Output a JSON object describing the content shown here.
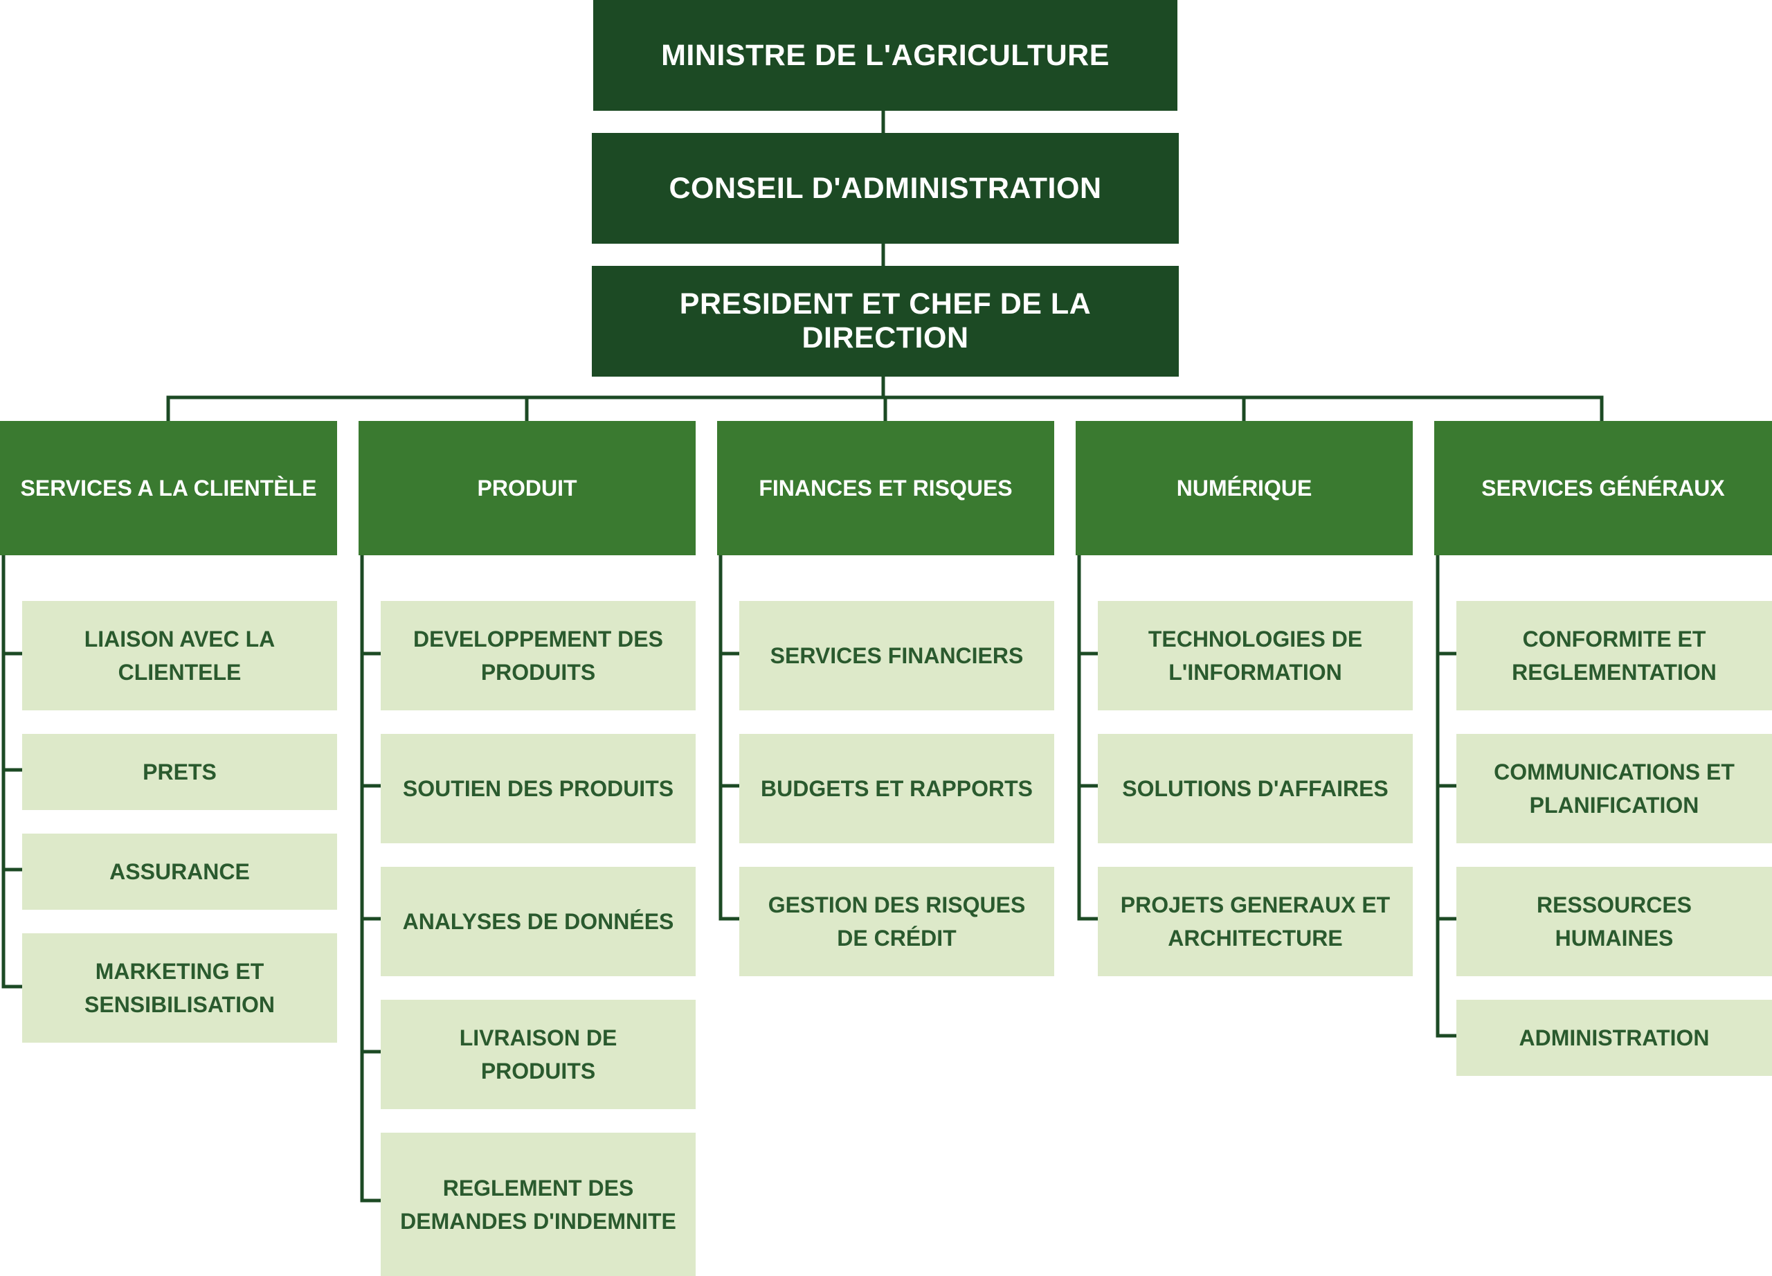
{
  "colors": {
    "executive_fill": "#1c4a24",
    "department_fill": "#3a7a30",
    "unit_fill": "#dde9c9",
    "unit_text": "#2a5a2e",
    "connector": "#1c4a24"
  },
  "executives": {
    "minister": "MINISTRE DE L'AGRICULTURE",
    "board": "CONSEIL D'ADMINISTRATION",
    "president": "PRESIDENT ET CHEF DE LA DIRECTION"
  },
  "departments": [
    {
      "label": "SERVICES A LA CLIENTÈLE",
      "units": [
        "LIAISON AVEC LA CLIENTELE",
        "PRETS",
        "ASSURANCE",
        "MARKETING ET SENSIBILISATION"
      ]
    },
    {
      "label": "PRODUIT",
      "units": [
        "DEVELOPPEMENT DES PRODUITS",
        "SOUTIEN DES PRODUITS",
        "ANALYSES DE DONNÉES",
        "LIVRAISON DE PRODUITS",
        "REGLEMENT DES DEMANDES D'INDEMNITE"
      ]
    },
    {
      "label": "FINANCES ET RISQUES",
      "units": [
        "SERVICES FINANCIERS",
        "BUDGETS ET RAPPORTS",
        "GESTION DES RISQUES DE CRÉDIT"
      ]
    },
    {
      "label": "NUMÉRIQUE",
      "units": [
        "TECHNOLOGIES DE L'INFORMATION",
        "SOLUTIONS D'AFFAIRES",
        "PROJETS GENERAUX ET ARCHITECTURE"
      ]
    },
    {
      "label": "SERVICES GÉNÉRAUX",
      "units": [
        "CONFORMITE ET REGLEMENTATION",
        "COMMUNICATIONS ET PLANIFICATION",
        "RESSOURCES HUMAINES",
        "ADMINISTRATION"
      ]
    }
  ]
}
